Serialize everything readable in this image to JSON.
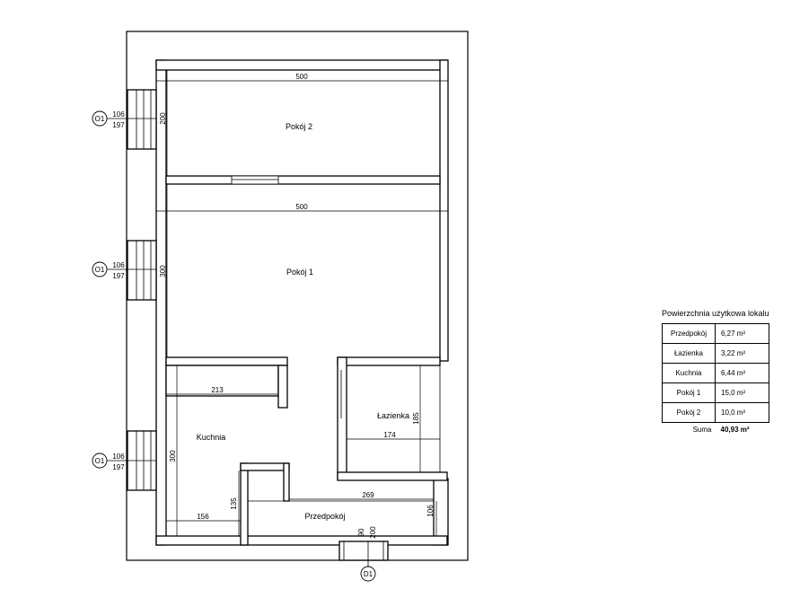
{
  "rooms": {
    "pokoj2": "Pokój 2",
    "pokoj1": "Pokój 1",
    "kuchnia": "Kuchnia",
    "lazienka": "Łazienka",
    "przedpokoj": "Przedpokój"
  },
  "dimensions": {
    "pokoj2_width": "500",
    "pokoj2_depth": "200",
    "pokoj1_width": "500",
    "pokoj1_depth": "300",
    "kitchen_counter": "213",
    "kitchen_depth": "300",
    "kitchen_bottom": "156",
    "kitchen_step": "135",
    "bath_depth": "185",
    "bath_width": "174",
    "hall_width": "269",
    "hall_depth": "106",
    "door_width": "90",
    "door_height": "200"
  },
  "window_tags": [
    {
      "label": "O1",
      "width": "106",
      "height": "197"
    },
    {
      "label": "O1",
      "width": "106",
      "height": "197"
    },
    {
      "label": "O1",
      "width": "106",
      "height": "197"
    }
  ],
  "door_tag": {
    "label": "D1"
  },
  "area_table": {
    "title": "Powierzchnia użytkowa lokalu",
    "rows": [
      {
        "name": "Przedpokój",
        "value": "6,27 m²"
      },
      {
        "name": "Łazienka",
        "value": "3,22 m²"
      },
      {
        "name": "Kuchnia",
        "value": "6,44 m²"
      },
      {
        "name": "Pokój 1",
        "value": "15,0 m²"
      },
      {
        "name": "Pokój 2",
        "value": "10,0 m²"
      }
    ],
    "total_label": "Suma",
    "total_value": "40,93 m²"
  }
}
